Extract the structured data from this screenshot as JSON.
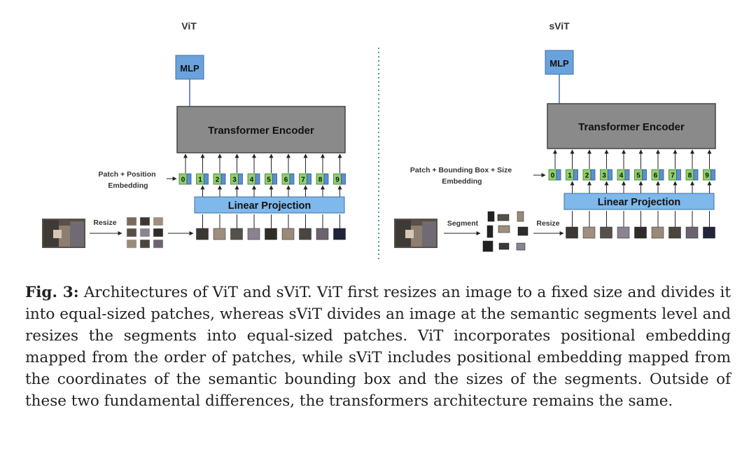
{
  "vit": {
    "title": "ViT",
    "mlp": "MLP",
    "encoder": "Transformer Encoder",
    "embedding_label_line1": "Patch + Position",
    "embedding_label_line2": "Embedding",
    "tokens": [
      "0",
      "1",
      "2",
      "3",
      "4",
      "5",
      "6",
      "7",
      "8",
      "9"
    ],
    "projection": "Linear Projection",
    "step_label": "Resize"
  },
  "svit": {
    "title": "sViT",
    "mlp": "MLP",
    "encoder": "Transformer Encoder",
    "embedding_label_line1": "Patch + Bounding Box + Size",
    "embedding_label_line2": "Embedding",
    "tokens": [
      "0",
      "1",
      "2",
      "3",
      "4",
      "5",
      "6",
      "7",
      "8",
      "9"
    ],
    "projection": "Linear Projection",
    "step_label_1": "Segment",
    "step_label_2": "Resize"
  },
  "caption": {
    "label": "Fig. 3:",
    "text": "Architectures of ViT and sViT. ViT first resizes an image to a fixed size and divides it into equal-sized patches, whereas sViT divides an image at the semantic segments level and resizes the segments into equal-sized patches. ViT incorporates positional embedding mapped from the order of patches, while sViT includes positional embedding mapped from the coordinates of the semantic bounding box and the sizes of the segments. Outside of these two fundamental differences, the transformers architecture remains the same."
  },
  "colors": {
    "mlp_fill": "#6aa3dc",
    "encoder_fill": "#8a8a8a",
    "projection_fill": "#7fb8ea",
    "token_green": "#8fd06a",
    "token_blue": "#5b8fcf",
    "divider": "#4a9a9a"
  },
  "icons": [
    "photo-thumbnail",
    "patch-grid",
    "segment-crops",
    "arrow-right",
    "arrow-up"
  ]
}
